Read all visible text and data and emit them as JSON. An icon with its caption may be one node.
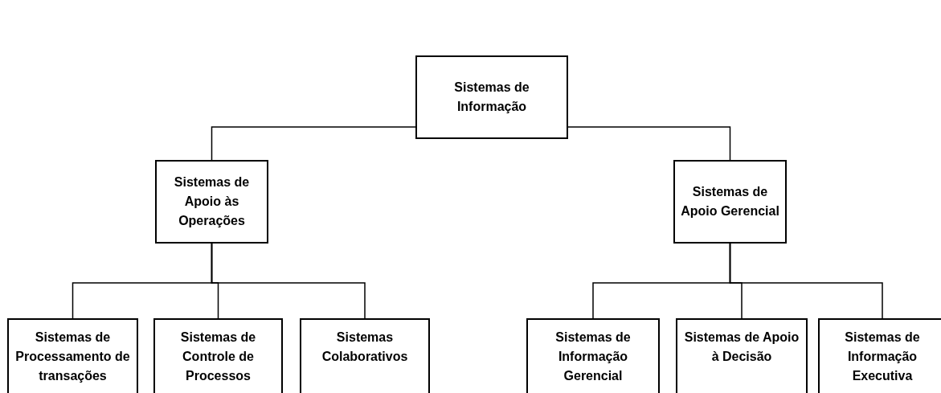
{
  "diagram": {
    "nodes": [
      {
        "text": [
          "Sistemas de Informação"
        ]
      },
      {
        "text": [
          "Sistemas de Apoio às Operações"
        ]
      },
      {
        "text": [
          "Sistemas de Apoio Gerencial"
        ]
      },
      {
        "text": [
          "Sistemas de Processamento de transações"
        ]
      },
      {
        "text": [
          "Sistemas de Controle de Processos"
        ]
      },
      {
        "text": [
          "Sistemas Colaborativos"
        ]
      },
      {
        "text": [
          "Sistemas de Informação Gerencial"
        ]
      },
      {
        "text": [
          "Sistemas de Apoio à Decisão"
        ]
      },
      {
        "text": [
          "Sistemas de Informação Executiva"
        ]
      }
    ],
    "edges": [
      {
        "from": 0,
        "to": 1,
        "arrow": "none"
      },
      {
        "from": 0,
        "to": 2,
        "arrow": "none"
      },
      {
        "from": 1,
        "to": 3,
        "arrow": "none"
      },
      {
        "from": 1,
        "to": 4,
        "arrow": "none"
      },
      {
        "from": 1,
        "to": 5,
        "arrow": "none"
      },
      {
        "from": 2,
        "to": 6,
        "arrow": "none"
      },
      {
        "from": 2,
        "to": 7,
        "arrow": "none"
      },
      {
        "from": 2,
        "to": 8,
        "arrow": "none"
      }
    ]
  }
}
